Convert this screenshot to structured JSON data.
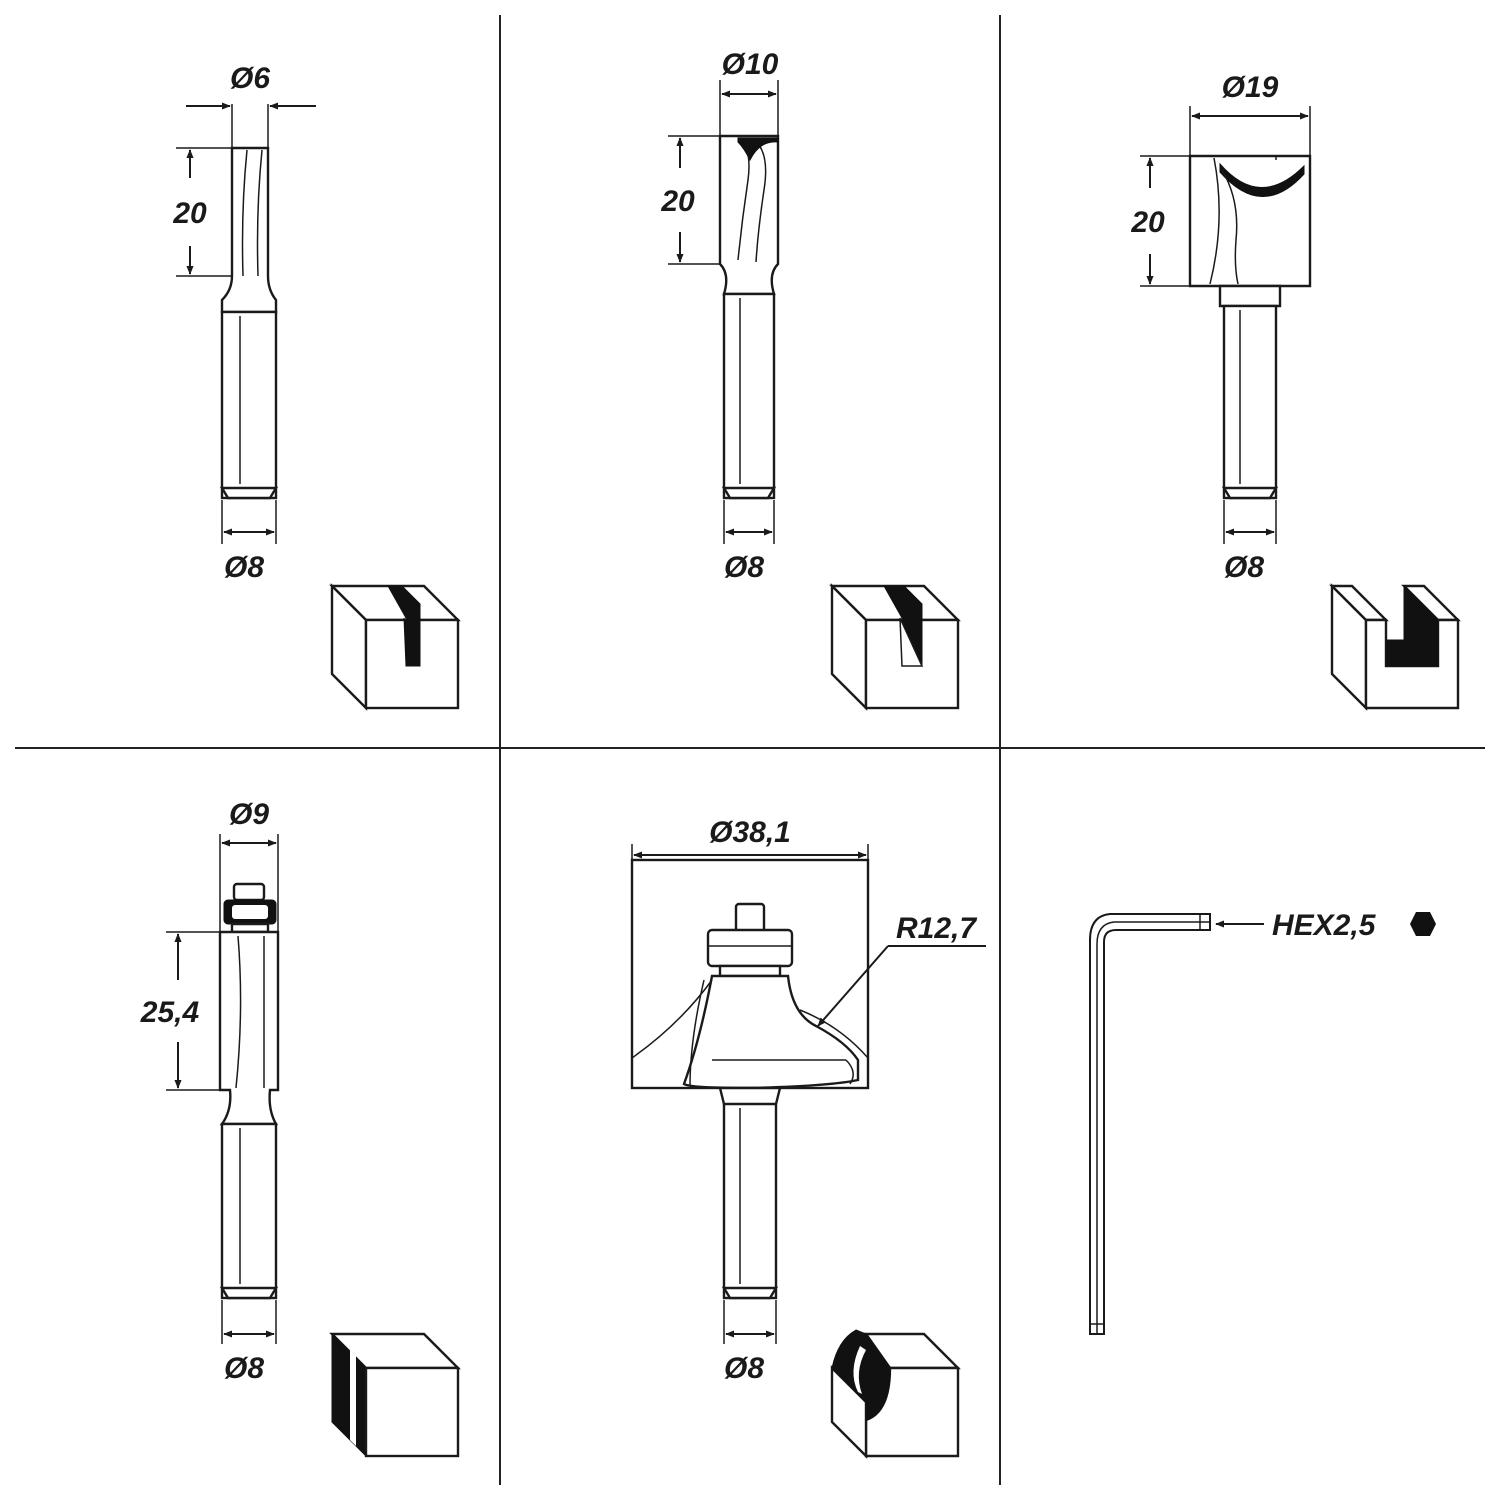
{
  "panels": [
    {
      "name": "straight-bit-6",
      "cut_diameter": "Ø6",
      "cut_length": "20",
      "shank_diameter": "Ø8",
      "profile": "narrow-groove"
    },
    {
      "name": "straight-bit-10",
      "cut_diameter": "Ø10",
      "cut_length": "20",
      "shank_diameter": "Ø8",
      "profile": "groove"
    },
    {
      "name": "straight-bit-19",
      "cut_diameter": "Ø19",
      "cut_length": "20",
      "shank_diameter": "Ø8",
      "profile": "wide-groove"
    },
    {
      "name": "flush-trim-bit",
      "cut_diameter": "Ø9",
      "cut_length": "25,4",
      "shank_diameter": "Ø8",
      "profile": "flush-edge"
    },
    {
      "name": "roundover-bit",
      "cut_diameter": "Ø38,1",
      "radius": "R12,7",
      "shank_diameter": "Ø8",
      "profile": "rounded-edge"
    },
    {
      "name": "hex-key",
      "size": "HEX2,5",
      "icon": "hexagon-icon"
    }
  ],
  "colors": {
    "line": "#1a1a1a",
    "fill": "#ffffff",
    "cut_area": "#111111"
  }
}
